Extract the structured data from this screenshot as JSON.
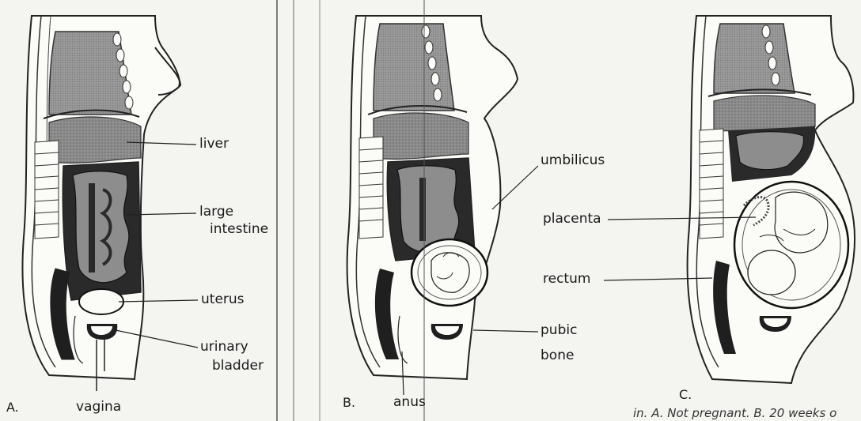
{
  "panels": [
    {
      "letter": "A."
    },
    {
      "letter": "B."
    },
    {
      "letter": "C."
    }
  ],
  "labels": {
    "liver": "liver",
    "large_intestine_1": "large",
    "large_intestine_2": "intestine",
    "uterus": "uterus",
    "urinary_bladder_1": "urinary",
    "urinary_bladder_2": "bladder",
    "vagina": "vagina",
    "umbilicus": "umbilicus",
    "pubic_bone_1": "pubic",
    "pubic_bone_2": "bone",
    "anus": "anus",
    "placenta": "placenta",
    "rectum": "rectum"
  },
  "caption": "in. A. Not pregnant. B. 20 weeks o"
}
